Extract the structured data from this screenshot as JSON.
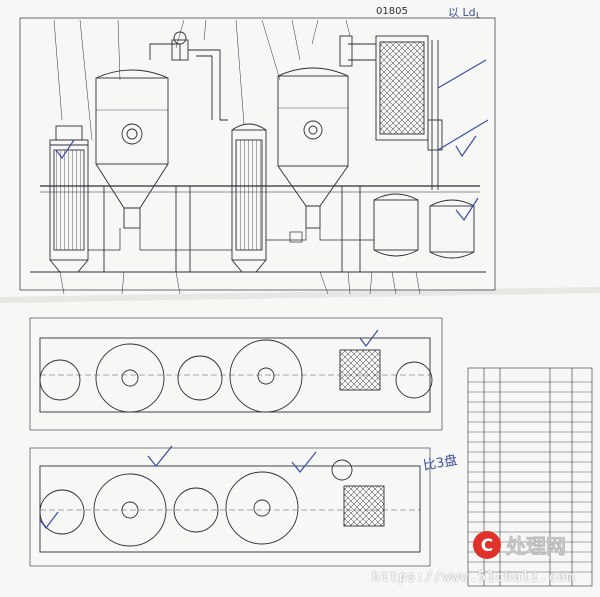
{
  "drawing": {
    "header_code": "01805",
    "handwritten_top": "以 Ld",
    "handwritten_note": "比3盘",
    "top_label": "L"
  },
  "watermark": {
    "logo_char": "C",
    "brand": "处理网",
    "url": "https://www.51chuli.com"
  },
  "colors": {
    "line": "#2b2f3a",
    "blue_pen": "#3a4fa0",
    "paper": "#f6f6f4",
    "logo_red": "#e0312b"
  }
}
